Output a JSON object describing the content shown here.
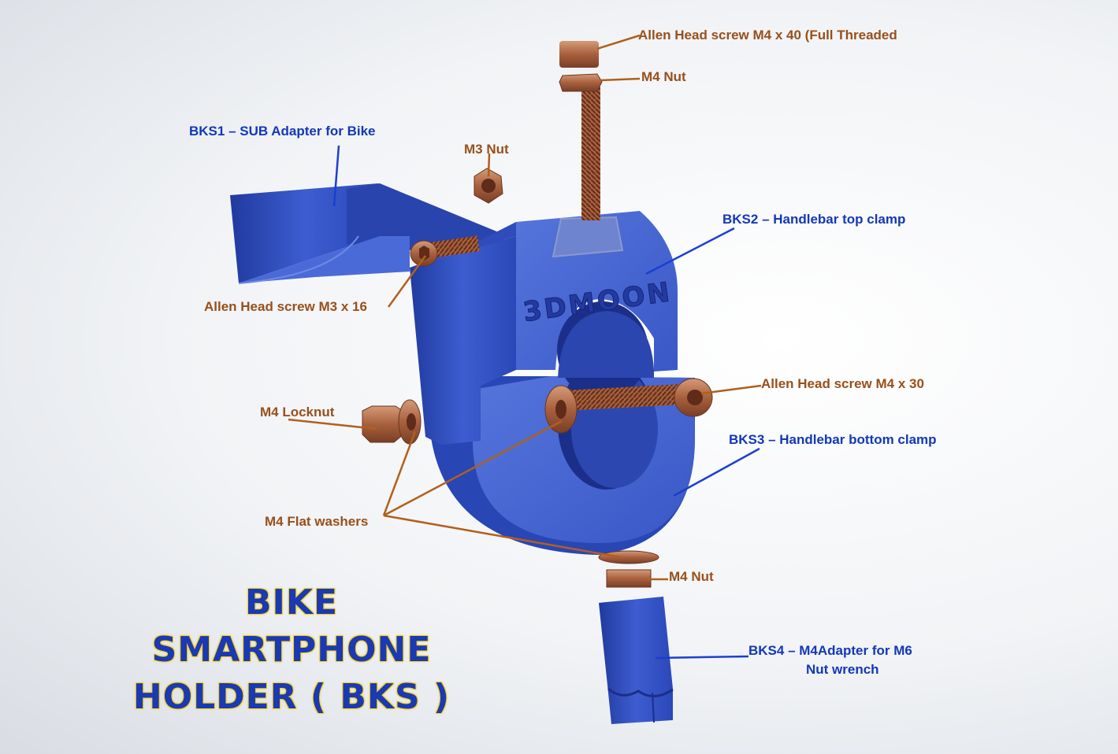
{
  "labels": {
    "screw_m4x40": "Allen Head screw M4 x 40 (Full Threaded",
    "m4_nut_top": "M4 Nut",
    "bks1": "BKS1 – SUB Adapter for Bike",
    "m3_nut": "M3 Nut",
    "bks2": "BKS2 – Handlebar top clamp",
    "screw_m3x16": "Allen Head screw M3 x 16",
    "screw_m4x30": "Allen Head screw M4 x 30",
    "m4_locknut": "M4 Locknut",
    "bks3": "BKS3 – Handlebar bottom clamp",
    "m4_flat_washers": "M4 Flat washers",
    "m4_nut_bottom": "M4 Nut",
    "bks4_line1": "BKS4 – M4Adapter for M6",
    "bks4_line2": "Nut wrench"
  },
  "engraving": "3DMOON",
  "title": {
    "line1": "BIKE",
    "line2": "SMARTPHONE",
    "line3": "HOLDER ( BKS )"
  },
  "colors": {
    "part_blue": "#3f5fcf",
    "hardware_copper": "#b8714c",
    "leader_brown": "#b0601c",
    "leader_blue": "#1a3fd0",
    "title_yellow": "#f3d22a"
  }
}
